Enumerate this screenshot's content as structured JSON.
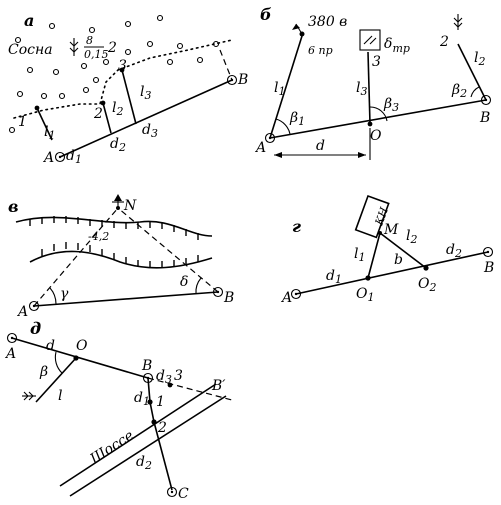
{
  "panels": {
    "a": {
      "title": "а",
      "forest_label": "Сосна",
      "forest_fraction_top": "8",
      "forest_fraction_bottom": "0,15",
      "forest_number": "2",
      "station_a": "A",
      "station_b": "B",
      "points": [
        "1",
        "2",
        "3"
      ],
      "offsets": [
        "l",
        "l",
        "l"
      ],
      "offset_subs": [
        "1",
        "2",
        "3"
      ],
      "distances": [
        "d",
        "d",
        "d"
      ],
      "distance_subs": [
        "1",
        "2",
        "3"
      ]
    },
    "b": {
      "title": "б",
      "feature_1_label": "380 в",
      "feature_1_sub": "6 пр",
      "feature_2_label": "δ",
      "feature_2_sub": "тр",
      "feature_2_num": "3",
      "feature_3_num": "2",
      "station_a": "A",
      "station_b": "B",
      "point_o": "O",
      "offsets": [
        "l",
        "l",
        "l"
      ],
      "offset_subs": [
        "1",
        "3",
        "2"
      ],
      "angles": [
        "β",
        "β",
        "β"
      ],
      "angle_subs": [
        "1",
        "3",
        "2"
      ],
      "distance": "d"
    },
    "v": {
      "title": "в",
      "north": "N",
      "elevation": "-4,2",
      "station_a": "A",
      "station_b": "B",
      "angle_gamma": "γ",
      "angle_delta": "δ"
    },
    "g": {
      "title": "г",
      "building": "КН",
      "point_m": "M",
      "station_a": "A",
      "station_b": "B",
      "point_o1": "O",
      "point_o1_sub": "1",
      "point_o2": "O",
      "point_o2_sub": "2",
      "offsets": [
        "l",
        "l"
      ],
      "offset_subs": [
        "1",
        "2"
      ],
      "distances": [
        "d",
        "d"
      ],
      "distance_subs": [
        "1",
        "2"
      ],
      "base": "b"
    },
    "d": {
      "title": "д",
      "road": "Шоссе",
      "station_a": "A",
      "station_b": "B",
      "station_b_prime": "B′",
      "station_c": "C",
      "point_o": "O",
      "points": [
        "1",
        "2",
        "3"
      ],
      "angle": "β",
      "offset": "l",
      "distance": "d",
      "dist_subs": [
        "1",
        "2",
        "3"
      ]
    }
  }
}
